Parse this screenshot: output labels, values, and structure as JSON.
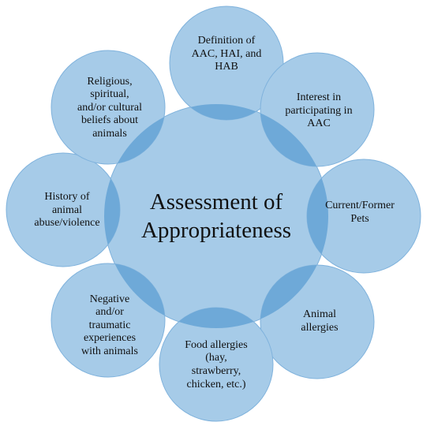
{
  "diagram": {
    "center": {
      "text": "Assessment of\nAppropriateness"
    },
    "nodes": [
      {
        "text": "Definition of\nAAC, HAI, and\nHAB"
      },
      {
        "text": "Interest in\nparticipating in\nAAC"
      },
      {
        "text": "Current/Former\nPets"
      },
      {
        "text": "Animal\nallergies"
      },
      {
        "text": "Food allergies\n(hay,\nstrawberry,\nchicken, etc.)"
      },
      {
        "text": "Negative\nand/or\ntraumatic\nexperiences\nwith animals"
      },
      {
        "text": "History of\nanimal\nabuse/violence"
      },
      {
        "text": "Religious,\nspiritual,\nand/or cultural\nbeliefs about\nanimals"
      }
    ],
    "colors": {
      "node_fill": "#a6cbe8",
      "node_stroke": "#7fb2dc",
      "overlap_fill": "#6ea9d8",
      "center_fill": "#a6cbe8",
      "text": "#111111"
    }
  }
}
